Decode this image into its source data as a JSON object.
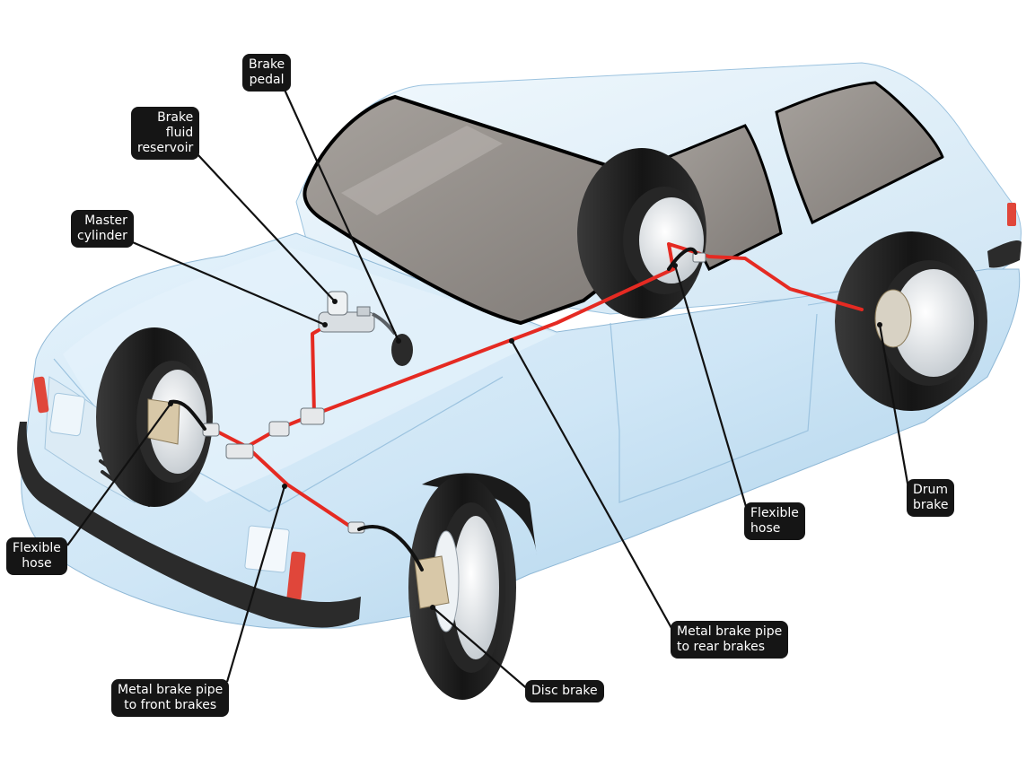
{
  "labels": {
    "brake_pedal": [
      "Brake",
      "pedal"
    ],
    "brake_fluid_reservoir": [
      "Brake",
      "fluid",
      "reservoir"
    ],
    "master_cylinder": [
      "Master",
      "cylinder"
    ],
    "flexible_hose_front": [
      "Flexible",
      "hose"
    ],
    "metal_pipe_front": [
      "Metal brake pipe",
      "to front brakes"
    ],
    "disc_brake": [
      "Disc brake"
    ],
    "metal_pipe_rear": [
      "Metal brake pipe",
      "to rear brakes"
    ],
    "flexible_hose_rear": [
      "Flexible",
      "hose"
    ],
    "drum_brake": [
      "Drum",
      "brake"
    ]
  },
  "colors": {
    "body": "#cfe6f6",
    "body_shade": "#9fc6e3",
    "glass": "#8d8883",
    "tyre": "#1b1b1b",
    "hub": "#e9ecef",
    "brake_pipe": "#e52a22",
    "hose": "#111111",
    "bumper": "#2b2b2b",
    "indicator": "#e0463a",
    "label_bg": "#151515",
    "label_text": "#ffffff"
  }
}
